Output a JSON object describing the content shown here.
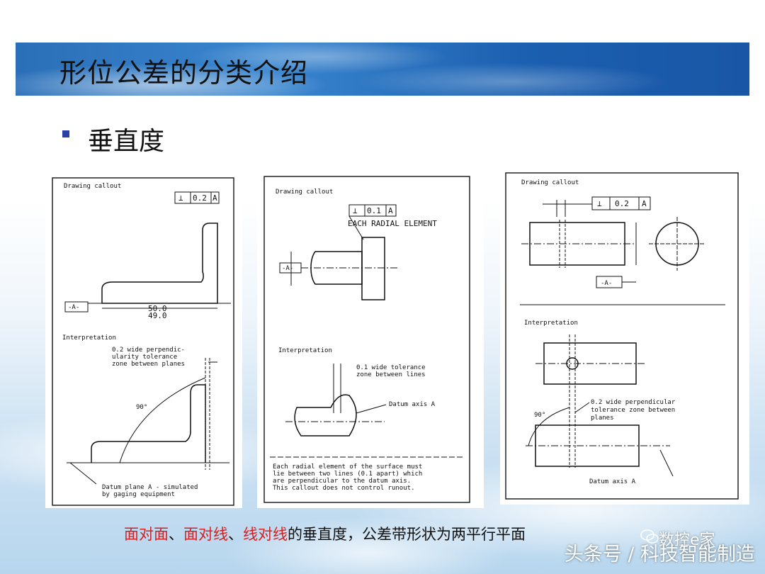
{
  "slide": {
    "title": "形位公差的分类介绍",
    "bullet_heading": "垂直度"
  },
  "caption": {
    "part1": "面对面",
    "sep1": "、",
    "part2": "面对线",
    "sep2": "、",
    "part3": "线对线",
    "rest": "的垂直度，公差带形状为两平行平面"
  },
  "watermark": {
    "account": "数控e家",
    "source": "头条号 / 科技智能制造"
  },
  "figure1": {
    "callout_label": "Drawing callout",
    "fcf_symbol": "⊥",
    "fcf_value": "0.2",
    "fcf_datum": "A",
    "datum_label": "-A-",
    "dim_upper": "50.0",
    "dim_lower": "49.0",
    "interp_label": "Interpretation",
    "zone_note_1": "0.2 wide perpendic-",
    "zone_note_2": "ularity tolerance",
    "zone_note_3": "zone between planes",
    "angle": "90°",
    "datum_note_1": "Datum plane A - simulated",
    "datum_note_2": "by gaging equipment"
  },
  "figure2": {
    "callout_label": "Drawing callout",
    "fcf_symbol": "⊥",
    "fcf_value": "0.1",
    "fcf_datum": "A",
    "radial_note": "EACH RADIAL ELEMENT",
    "datum_label": "-A-",
    "interp_label": "Interpretation",
    "zone_note_1": "0.1 wide tolerance",
    "zone_note_2": "zone between lines",
    "axis_note": "Datum axis A",
    "footnote_1": "Each radial element of the surface must",
    "footnote_2": "lie between two lines (0.1 apart) which",
    "footnote_3": "are perpendicular to the datum axis.",
    "footnote_4": "This callout does not control runout."
  },
  "figure3": {
    "callout_label": "Drawing callout",
    "fcf_symbol": "⊥",
    "fcf_value": "0.2",
    "fcf_datum": "A",
    "datum_label": "-A-",
    "interp_label": "Interpretation",
    "zone_note_1": "0.2 wide perpendicular",
    "zone_note_2": "tolerance zone between",
    "zone_note_3": "planes",
    "angle": "90°",
    "axis_note": "Datum axis A"
  }
}
